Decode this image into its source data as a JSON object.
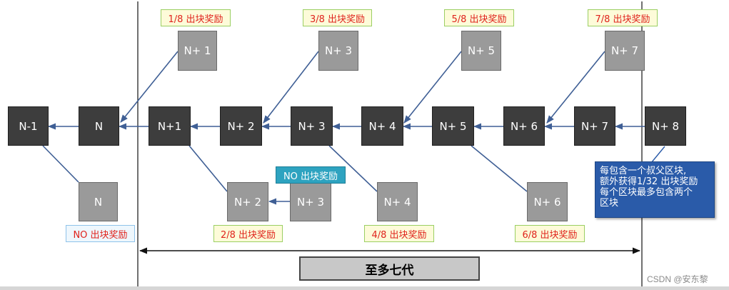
{
  "main_chain": [
    {
      "id": "n-1",
      "label": "N-1"
    },
    {
      "id": "n",
      "label": "N"
    },
    {
      "id": "n1",
      "label": "N+1"
    },
    {
      "id": "n2",
      "label": "N+ 2"
    },
    {
      "id": "n3",
      "label": "N+ 3"
    },
    {
      "id": "n4",
      "label": "N+ 4"
    },
    {
      "id": "n5",
      "label": "N+ 5"
    },
    {
      "id": "n6",
      "label": "N+ 6"
    },
    {
      "id": "n7",
      "label": "N+ 7"
    },
    {
      "id": "n8",
      "label": "N+ 8"
    }
  ],
  "uncles_top": [
    {
      "label": "N+ 1",
      "reward": "1/8 出块奖励"
    },
    {
      "label": "N+ 3",
      "reward": "3/8 出块奖励"
    },
    {
      "label": "N+ 5",
      "reward": "5/8 出块奖励"
    },
    {
      "label": "N+ 7",
      "reward": "7/8 出块奖励"
    }
  ],
  "uncles_bottom": [
    {
      "label": "N",
      "reward": "NO 出块奖励"
    },
    {
      "label": "N+ 2",
      "reward": "2/8 出块奖励"
    },
    {
      "label": "N+ 3",
      "reward": "NO 出块奖励"
    },
    {
      "label": "N+ 4",
      "reward": "4/8 出块奖励"
    },
    {
      "label": "N+ 6",
      "reward": "6/8 出块奖励"
    }
  ],
  "note": {
    "lines": [
      "每包含一个叔父区块,",
      "额外获得1/32 出块奖励",
      "每个区块最多包含两个",
      "区块"
    ]
  },
  "generation_label": "至多七代",
  "watermark": "CSDN @安东黎",
  "colors": {
    "main_block": "#3d3d3d",
    "uncle_block": "#9a9a9a",
    "edge": "#3f5f95",
    "reward_text": "#e0231c",
    "note_bg": "#2a5ba9"
  }
}
